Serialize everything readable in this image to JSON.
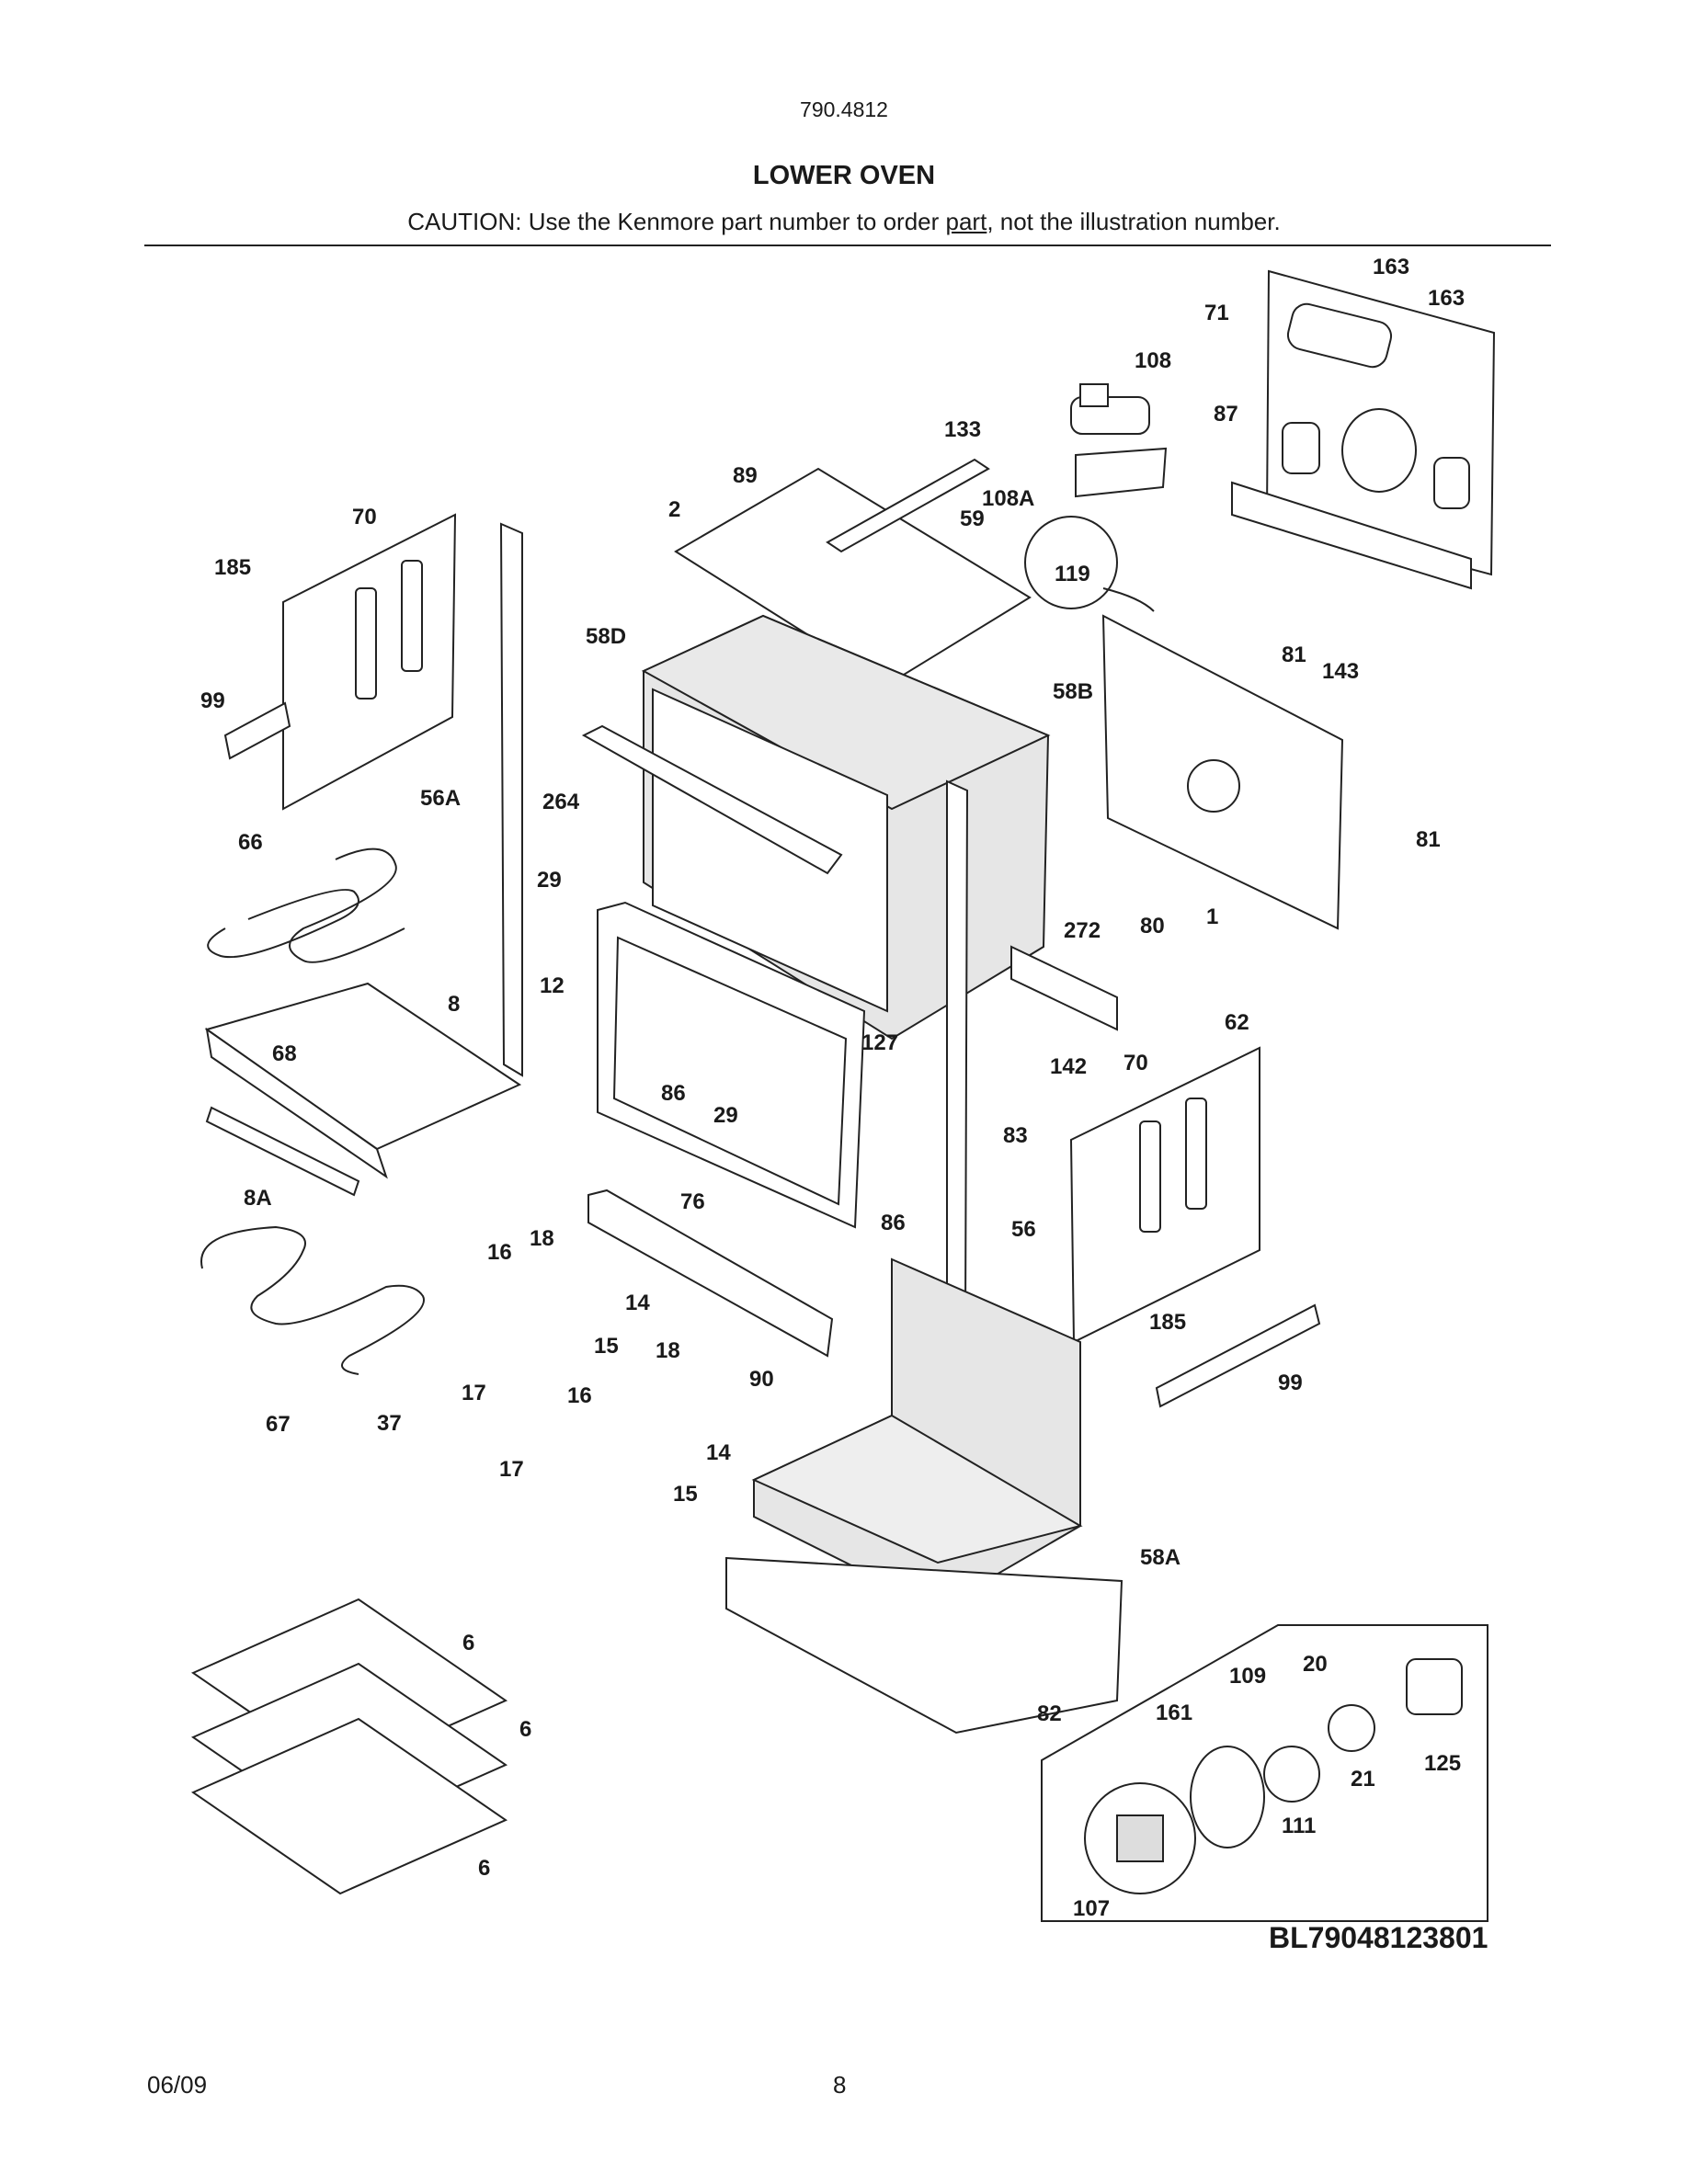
{
  "header": {
    "model": "790.4812",
    "title": "LOWER OVEN",
    "caution_before": "CAUTION: Use the Kenmore part number to order ",
    "caution_link": "part",
    "caution_after": ", not the illustration number."
  },
  "callouts": [
    "163",
    "163",
    "71",
    "108",
    "133",
    "87",
    "89",
    "2",
    "108A",
    "59",
    "119",
    "70",
    "185",
    "58D",
    "58B",
    "81",
    "143",
    "99",
    "264",
    "56A",
    "66",
    "29",
    "12",
    "81",
    "272",
    "80",
    "1",
    "8",
    "68",
    "62",
    "127",
    "142",
    "70",
    "86",
    "29",
    "83",
    "8A",
    "76",
    "86",
    "56",
    "18",
    "16",
    "14",
    "15",
    "185",
    "99",
    "18",
    "17",
    "90",
    "67",
    "37",
    "16",
    "14",
    "17",
    "15",
    "58A",
    "6",
    "6",
    "82",
    "20",
    "109",
    "161",
    "21",
    "125",
    "111",
    "6",
    "107"
  ],
  "inset_code": "BL79048123801",
  "footer": {
    "date": "06/09",
    "page": "8"
  }
}
